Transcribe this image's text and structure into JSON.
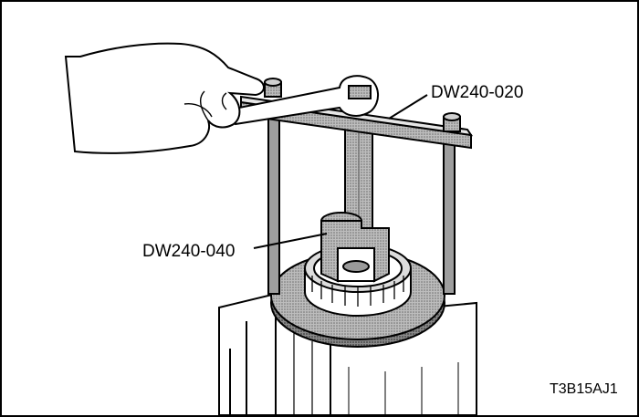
{
  "labels": {
    "tool_upper": "DW240-020",
    "tool_lower": "DW240-040",
    "figure_code": "T3B15AJ1"
  },
  "colors": {
    "line": "#000000",
    "background": "#ffffff",
    "metal": "#8f8f8f",
    "metal_dark": "#6a6a6a",
    "metal_light": "#c8c8c8",
    "shadow": "#555555"
  }
}
